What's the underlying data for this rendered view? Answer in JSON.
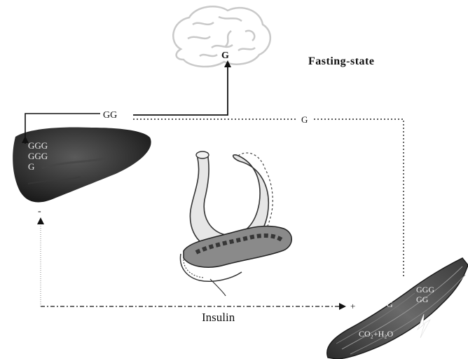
{
  "title": "Fasting-state",
  "brain_glucose": "G",
  "liver_glycogen": [
    "GGG",
    "GGG",
    "G"
  ],
  "liver_output": "GG",
  "to_muscle": "G",
  "hormone": "Insulin",
  "liver_sign": "-",
  "muscle_sign": "+",
  "muscle_glycogen": [
    "GGG",
    "GG"
  ],
  "muscle_g": "G",
  "muscle_products": "CO₂+H₂O"
}
